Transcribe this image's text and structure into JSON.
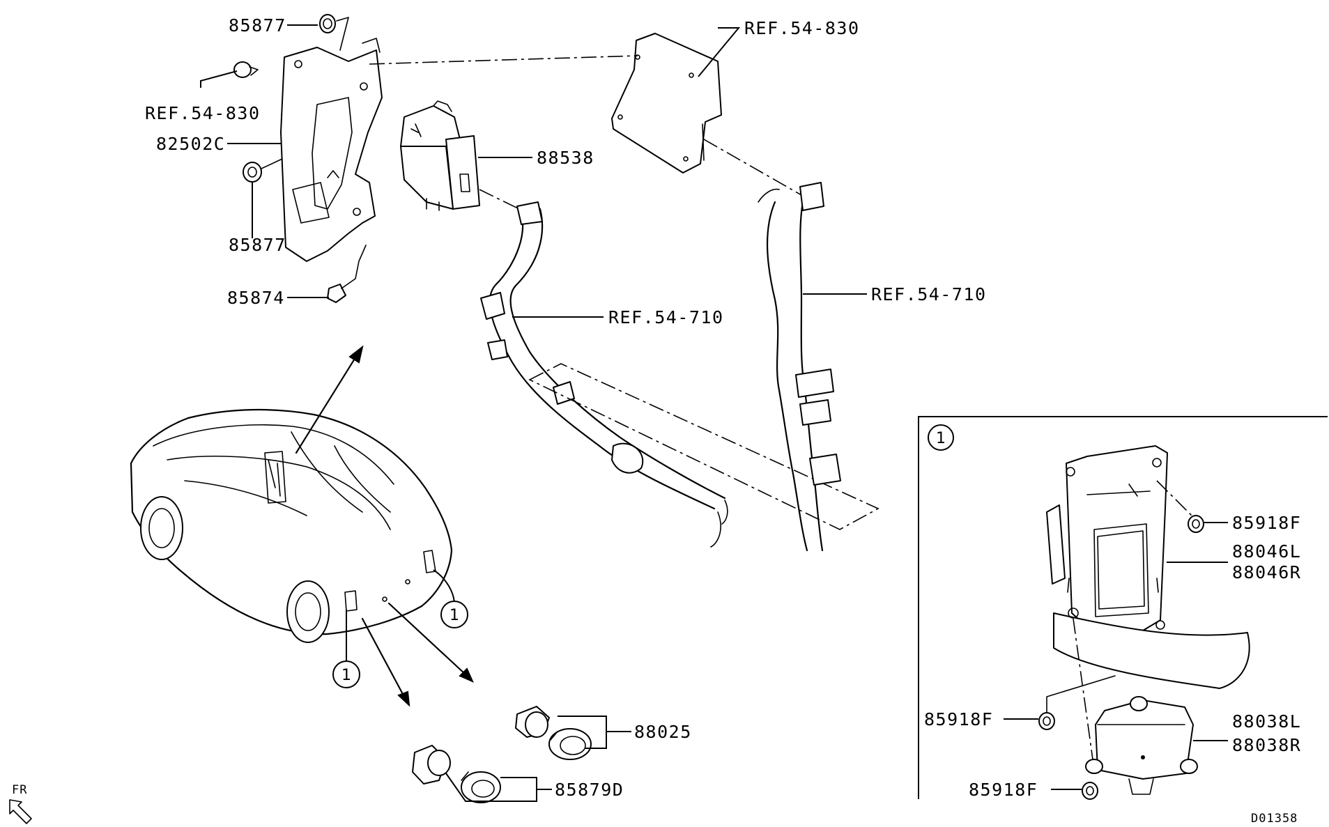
{
  "labels": {
    "nut_top": "85877",
    "ref_830_right": "REF.54-830",
    "ref_830_left": "REF.54-830",
    "bracket": "82502C",
    "module": "88538",
    "nut_mid": "85877",
    "bolt": "85874",
    "ref_710_mid": "REF.54-710",
    "ref_710_right": "REF.54-710",
    "sensor_upper": "88025",
    "sensor_lower": "85879D",
    "inset_nut_top": "85918F",
    "inset_bracket_l": "88046L",
    "inset_bracket_r": "88046R",
    "inset_nut_mid": "85918F",
    "inset_unit_l": "88038L",
    "inset_unit_r": "88038R",
    "inset_nut_bottom": "85918F"
  },
  "callouts": {
    "inset_marker": "1",
    "car_rear": "1",
    "car_side": "1"
  },
  "direction_label": "FR",
  "figure_id": "D01358"
}
